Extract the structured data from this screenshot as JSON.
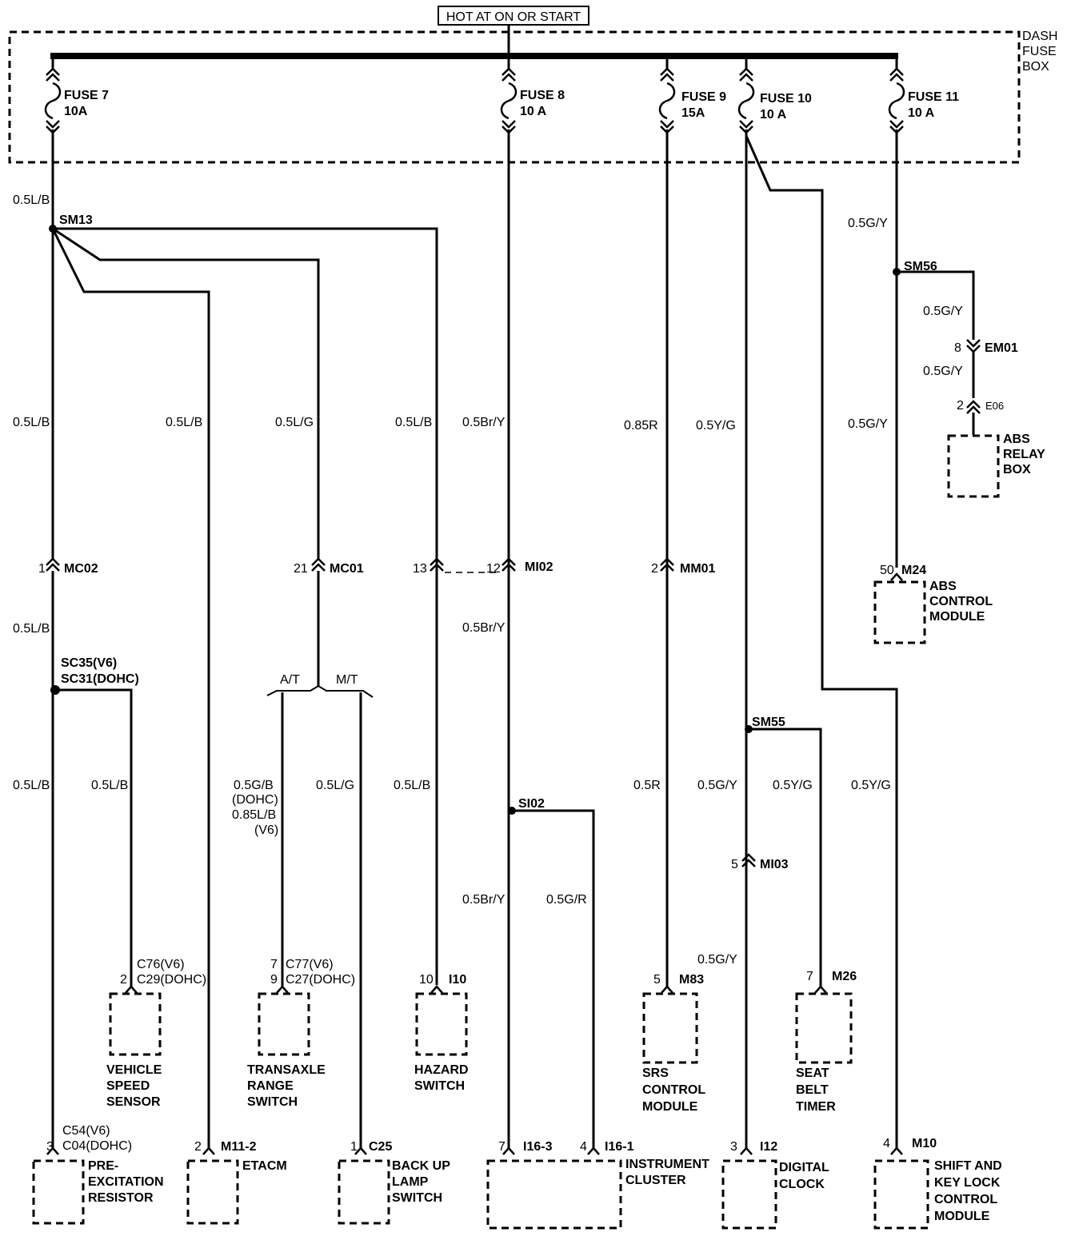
{
  "header": {
    "hot_label": "HOT AT ON OR START"
  },
  "fuse_box": {
    "label": [
      "DASH",
      "FUSE",
      "BOX"
    ]
  },
  "fuses": [
    {
      "name": "FUSE 7",
      "amps": "10A"
    },
    {
      "name": "FUSE 8",
      "amps": "10 A"
    },
    {
      "name": "FUSE 9",
      "amps": "15A"
    },
    {
      "name": "FUSE 10",
      "amps": "10 A"
    },
    {
      "name": "FUSE 11",
      "amps": "10 A"
    }
  ],
  "splices": [
    "SM13",
    "SM56",
    "SC35(V6)",
    "SC31(DOHC)",
    "SM55",
    "SI02"
  ],
  "connectors": {
    "mc02": {
      "pin": "1",
      "name": "MC02"
    },
    "mc01": {
      "pin": "21",
      "name": "MC01"
    },
    "mi02_13": {
      "pin": "13"
    },
    "mi02": {
      "pin": "12",
      "name": "MI02"
    },
    "mm01": {
      "pin": "2",
      "name": "MM01"
    },
    "em01": {
      "pin": "8",
      "name": "EM01"
    },
    "e06": {
      "pin": "2",
      "name": "E06"
    },
    "m24": {
      "pin": "50",
      "name": "M24"
    },
    "mi03": {
      "pin": "5",
      "name": "MI03"
    }
  },
  "wires": {
    "w_0_5lb": "0.5L/B",
    "w_0_5lg": "0.5L/G",
    "w_0_5bry": "0.5Br/Y",
    "w_0_85r": "0.85R",
    "w_0_5r": "0.5R",
    "w_0_5yg": "0.5Y/G",
    "w_0_5gy": "0.5G/Y",
    "w_0_5gr": "0.5G/R",
    "w_0_5gb": "0.5G/B",
    "w_dohc": "(DOHC)",
    "w_0_85lb": "0.85L/B",
    "w_v6": "(V6)"
  },
  "transaxle": {
    "at": "A/T",
    "mt": "M/T"
  },
  "components": {
    "abs_relay": {
      "label": [
        "ABS",
        "RELAY",
        "BOX"
      ]
    },
    "abs_module": {
      "label": [
        "ABS",
        "CONTROL",
        "MODULE"
      ]
    },
    "vss": {
      "pin": "2",
      "conn": [
        "C76(V6)",
        "C29(DOHC)"
      ],
      "label": [
        "VEHICLE",
        "SPEED",
        "SENSOR"
      ]
    },
    "trs": {
      "pins": [
        "7",
        "9"
      ],
      "conn": [
        "C77(V6)",
        "C27(DOHC)"
      ],
      "label": [
        "TRANSAXLE",
        "RANGE",
        "SWITCH"
      ]
    },
    "hazard": {
      "pin": "10",
      "conn": "I10",
      "label": [
        "HAZARD",
        "SWITCH"
      ]
    },
    "srs": {
      "pin": "5",
      "conn": "M83",
      "label": [
        "SRS",
        "CONTROL",
        "MODULE"
      ]
    },
    "seat_belt": {
      "pin": "7",
      "conn": "M26",
      "label": [
        "SEAT",
        "BELT",
        "TIMER"
      ]
    },
    "pre_exc": {
      "pin": "3",
      "conn": [
        "C54(V6)",
        "C04(DOHC)"
      ],
      "label": [
        "PRE-",
        "EXCITATION",
        "RESISTOR"
      ]
    },
    "etacm": {
      "pin": "2",
      "conn": "M11-2",
      "label": "ETACM"
    },
    "backup": {
      "pin": "1",
      "conn": "C25",
      "label": [
        "BACK UP",
        "LAMP",
        "SWITCH"
      ]
    },
    "cluster": {
      "pins": [
        "7",
        "4"
      ],
      "conns": [
        "I16-3",
        "I16-1"
      ],
      "label": [
        "INSTRUMENT",
        "CLUSTER"
      ]
    },
    "clock": {
      "pin": "3",
      "conn": "I12",
      "label": [
        "DIGITAL",
        "CLOCK"
      ]
    },
    "shift_lock": {
      "pin": "4",
      "conn": "M10",
      "label": [
        "SHIFT AND",
        "KEY LOCK",
        "CONTROL",
        "MODULE"
      ]
    }
  }
}
